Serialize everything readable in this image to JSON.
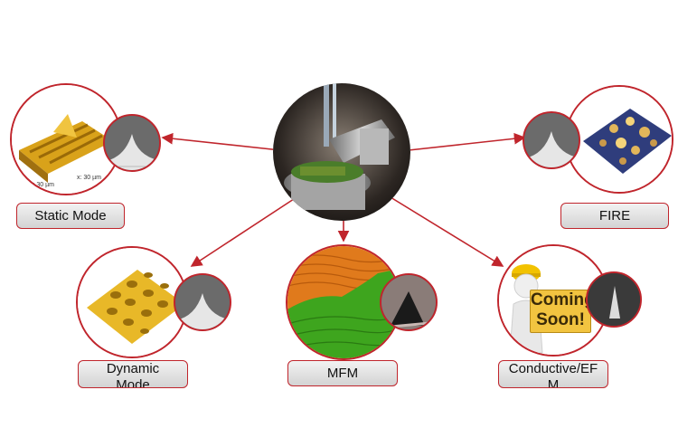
{
  "center": {
    "icon": "afm-instrument-photo"
  },
  "modes": [
    {
      "id": "static",
      "label": "Static Mode",
      "image": "topography-3d-ridges",
      "tip": "afm-tip-sem"
    },
    {
      "id": "fire",
      "label": "FIRE",
      "image": "topography-3d-blue-bumps",
      "tip": "afm-tip-sem"
    },
    {
      "id": "dynamic",
      "label_lines": [
        "Dynamic",
        "Mode"
      ],
      "image": "topography-3d-gold-holes",
      "tip": "afm-tip-sem"
    },
    {
      "id": "mfm",
      "label": "MFM",
      "image": "magnetic-domains-orange-green",
      "tip": "afm-tip-sem"
    },
    {
      "id": "conductive",
      "label_lines": [
        "Conductive/EF",
        "M"
      ],
      "image": "construction-worker-coming-soon",
      "sign_lines": [
        "Coming",
        "Soon!"
      ],
      "tip": "afm-tip-sem"
    }
  ],
  "colors": {
    "accent": "#c0252c",
    "label_bg_top": "#f2f2f2",
    "label_bg_bottom": "#d3d3d3"
  }
}
